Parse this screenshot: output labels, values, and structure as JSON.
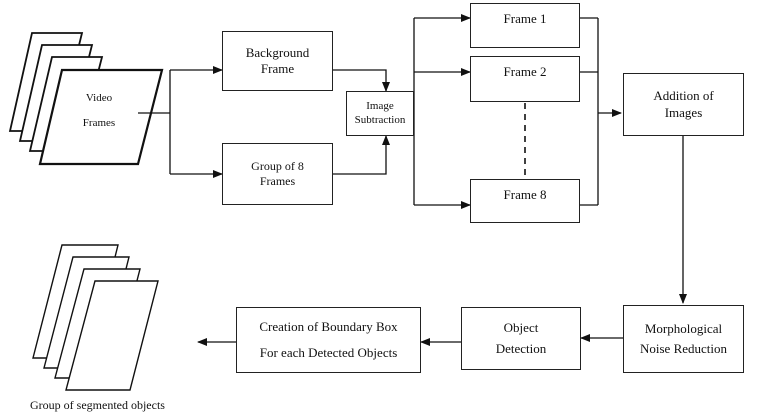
{
  "video_frames": {
    "line1": "Video",
    "line2": "Frames"
  },
  "background_frame": {
    "line1": "Background",
    "line2": "Frame"
  },
  "group_of_8": {
    "line1": "Group of 8",
    "line2": "Frames"
  },
  "image_subtraction": {
    "line1": "Image",
    "line2": "Subtraction"
  },
  "frame_1": "Frame 1",
  "frame_2": "Frame 2",
  "frame_8": "Frame 8",
  "addition": {
    "line1": "Addition of",
    "line2": "Images"
  },
  "morphological": {
    "line1": "Morphological",
    "line2": "Noise Reduction"
  },
  "object_detection": {
    "line1": "Object",
    "line2": "Detection"
  },
  "boundary_box": {
    "line1": "Creation of Boundary Box",
    "line2": "For each Detected Objects"
  },
  "segmented_caption": "Group of segmented objects"
}
